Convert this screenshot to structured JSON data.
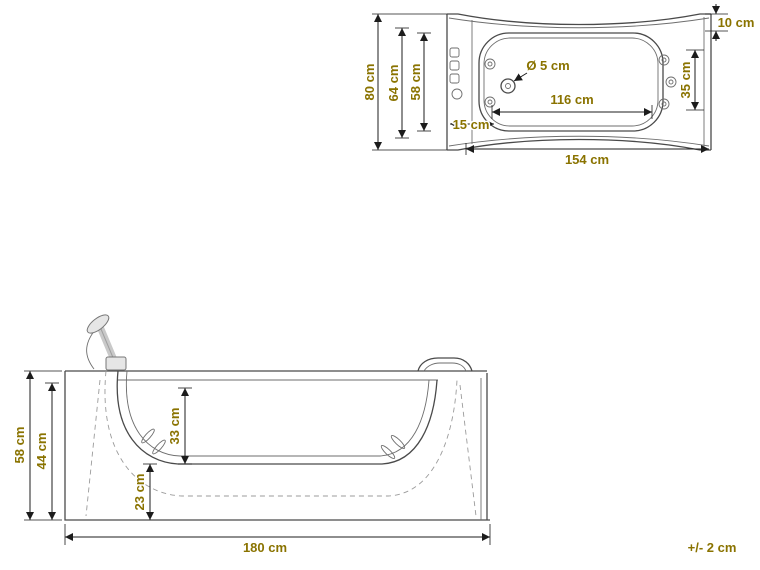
{
  "colors": {
    "dimension_text": "#8a7300",
    "line": "#1c1c1c",
    "background": "#ffffff"
  },
  "top_view": {
    "width_outer": "80 cm",
    "width_mid": "64 cm",
    "width_inner": "58 cm",
    "rim_right": "10 cm",
    "right_inner_width": "35 cm",
    "drain": "Ø 5 cm",
    "inner_length": "116 cm",
    "left_panel": "15 cm",
    "length": "154 cm"
  },
  "side_view": {
    "height": "58 cm",
    "inner_height": "44 cm",
    "basin_depth": "33 cm",
    "base_height": "23 cm",
    "length": "180 cm"
  },
  "tolerance": "+/- 2 cm"
}
